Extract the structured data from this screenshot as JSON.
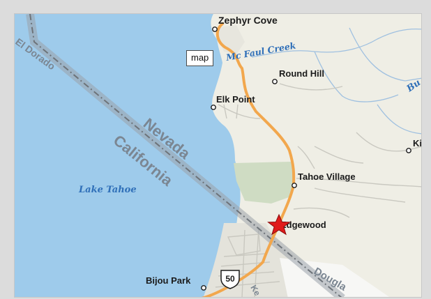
{
  "map_button": {
    "label": "map"
  },
  "places": {
    "zephyr_cove": "Zephyr Cove",
    "round_hill": "Round Hill",
    "elk_point": "Elk Point",
    "tahoe_village": "Tahoe Village",
    "edgewood": "Edgewood",
    "bijou_park": "Bijou Park",
    "edge_right": "Ki"
  },
  "water": {
    "creek": "Mc Faul Creek",
    "lake": "Lake Tahoe",
    "edge_right": "Bu"
  },
  "regions": {
    "county": "El Dorado",
    "state_ne": "Nevada",
    "state_ca": "California",
    "douglas": "Dougla",
    "kearsarge": "Ke"
  },
  "route_shield": {
    "number": "50"
  },
  "colors": {
    "lake": "#9ecbeb",
    "land": "#efeee5",
    "urban": "#e5e4dc",
    "park": "#cfdcc3",
    "highway": "#f2a74d",
    "border": "#8f949a",
    "marker": "#e01b1b"
  },
  "icons": {
    "marker": "star-marker-icon",
    "shield": "us-route-shield-icon"
  }
}
